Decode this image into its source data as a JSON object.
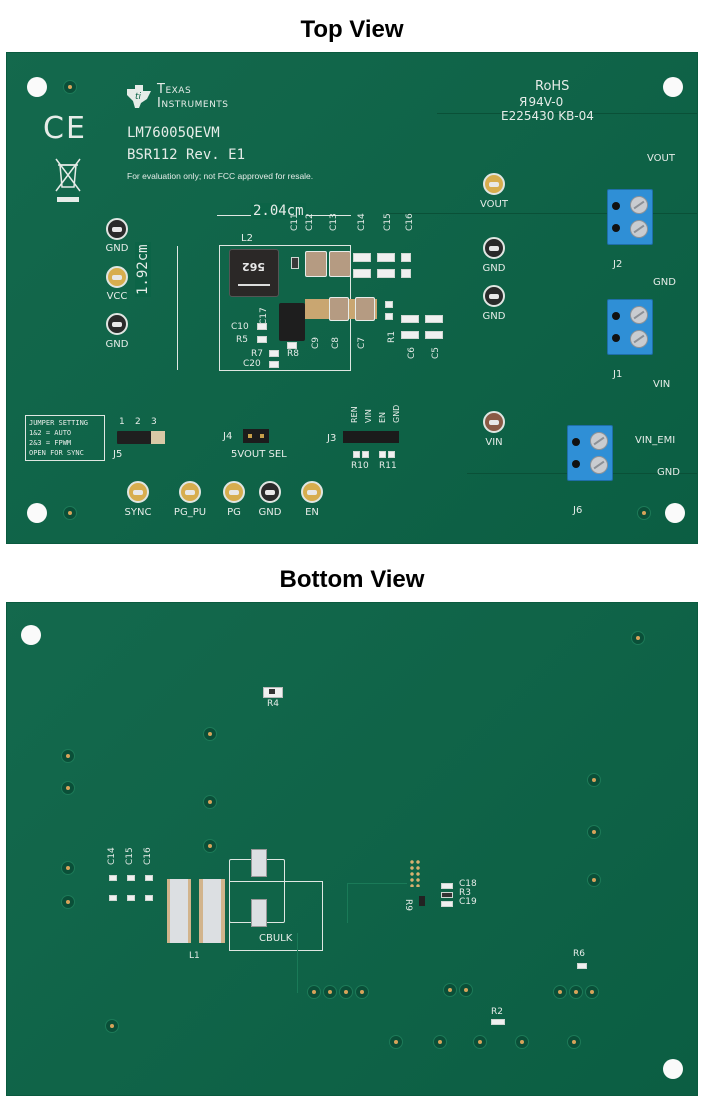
{
  "top_view": {
    "title": "Top View",
    "logo": {
      "line1": "Texas",
      "line2": "Instruments",
      "icon": "ti-logo-icon"
    },
    "model": "LM76005QEVM",
    "revision": "BSR112 Rev. E1",
    "disclaimer": "For evaluation only; not FCC approved for resale.",
    "marks": {
      "ce": "CE",
      "weee": "weee-bin-icon"
    },
    "rohs": {
      "line1": "RoHS",
      "line2": "Я 94V-0",
      "line3": "E225430 KB-04"
    },
    "dimensions": {
      "width": "2.04cm",
      "height": "1.92cm"
    },
    "components": {
      "L2": "L2",
      "inductor_marking": "562",
      "caps_top": [
        "C11",
        "C12",
        "C13",
        "C14",
        "C15",
        "C16"
      ],
      "caps_mid": [
        "C17",
        "C9",
        "C8",
        "C7",
        "R1",
        "C6",
        "C5"
      ],
      "left_parts": [
        "C10",
        "R5",
        "R7",
        "R8",
        "C20"
      ]
    },
    "test_points_left": [
      {
        "label": "GND",
        "color": "black"
      },
      {
        "label": "VCC",
        "color": "yellow"
      },
      {
        "label": "GND",
        "color": "black"
      }
    ],
    "test_points_right": [
      {
        "label": "VOUT",
        "color": "yellow"
      },
      {
        "label": "GND",
        "color": "black"
      },
      {
        "label": "GND",
        "color": "black"
      },
      {
        "label": "VIN",
        "color": "brown"
      }
    ],
    "test_points_bottom": [
      {
        "label": "SYNC",
        "color": "yellow"
      },
      {
        "label": "PG_PU",
        "color": "yellow"
      },
      {
        "label": "PG",
        "color": "yellow"
      },
      {
        "label": "GND",
        "color": "black"
      },
      {
        "label": "EN",
        "color": "yellow"
      }
    ],
    "jumper_setting": {
      "title": "JUMPER SETTING",
      "lines": [
        "1&2 = AUTO",
        "2&3 = FPWM",
        "OPEN FOR SYNC"
      ]
    },
    "j5": {
      "label": "J5",
      "pins": [
        "1",
        "2",
        "3"
      ]
    },
    "j4": {
      "label": "J4",
      "caption": "5VOUT SEL"
    },
    "j3": {
      "label": "J3",
      "pins": [
        "REN",
        "VIN",
        "EN",
        "GND"
      ],
      "resistors": [
        "R10",
        "R11"
      ]
    },
    "terminals": [
      {
        "id": "J2",
        "top_label": "VOUT",
        "bottom_label": "GND"
      },
      {
        "id": "J1",
        "top_label": "",
        "bottom_label": "VIN"
      },
      {
        "id": "J6",
        "top_label": "VIN_EMI",
        "bottom_label": "GND"
      }
    ]
  },
  "bottom_view": {
    "title": "Bottom View",
    "labels": {
      "R4": "R4",
      "L1": "L1",
      "CBULK": "CBULK",
      "caps": [
        "C14",
        "C15",
        "C16"
      ],
      "right_cluster": [
        "C18",
        "R3",
        "C19"
      ],
      "R9": "R9",
      "R6": "R6",
      "R2": "R2"
    }
  },
  "colors": {
    "pcb_green": "#0c6447",
    "silkscreen": "#e6ece8",
    "terminal_blue": "#2f8fd6",
    "testpoint_yellow": "#d7ad4e",
    "testpoint_black": "#2a2a2a",
    "testpoint_brown": "#8a5a45"
  }
}
